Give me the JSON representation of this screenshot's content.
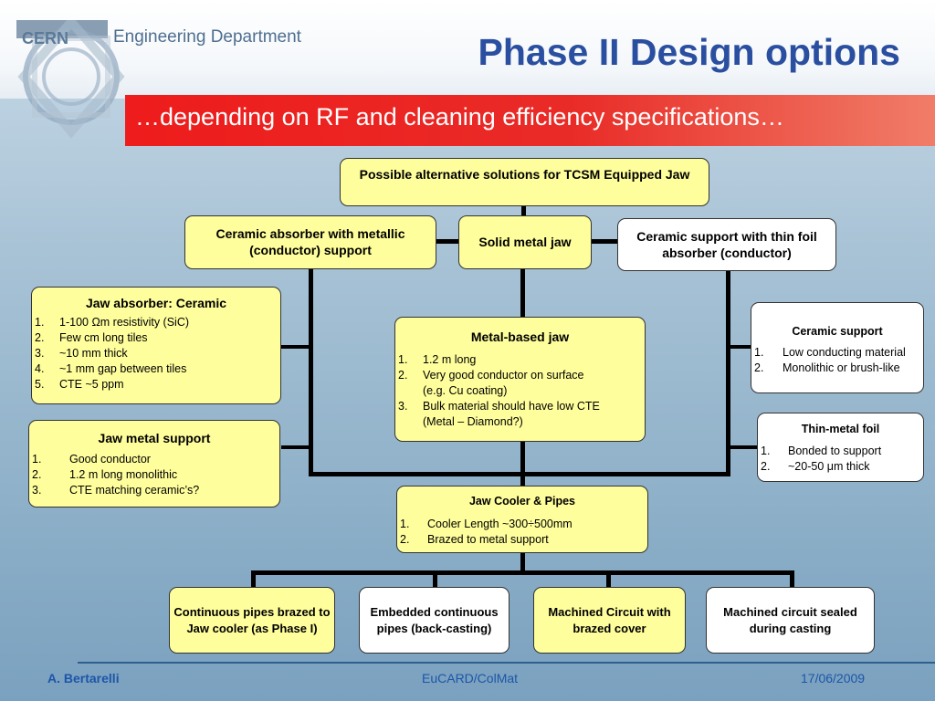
{
  "header": {
    "logo_text": "CERN",
    "department": "Engineering Department",
    "title": "Phase II Design options",
    "subtitle": "…depending on RF and cleaning efficiency specifications…"
  },
  "diagram": {
    "root": "Possible alternative solutions for TCSM Equipped Jaw",
    "option_left": "Ceramic absorber with metallic (conductor) support",
    "option_center": "Solid metal jaw",
    "option_right": "Ceramic support with thin foil absorber (conductor)",
    "jaw_absorber": {
      "title": "Jaw absorber: Ceramic",
      "items": [
        "1-100 Ωm resistivity (SiC)",
        "Few cm long tiles",
        "~10 mm thick",
        "~1 mm gap between tiles",
        "CTE ~5 ppm"
      ]
    },
    "jaw_metal_support": {
      "title": "Jaw metal support",
      "items": [
        "Good conductor",
        "1.2 m long monolithic",
        "CTE matching ceramic’s?"
      ]
    },
    "metal_based_jaw": {
      "title": "Metal-based jaw",
      "items": [
        "1.2 m long",
        "Very good conductor on surface",
        "Bulk material should have low CTE"
      ],
      "item2_note": "(e.g. Cu coating)",
      "item3_note": "(Metal – Diamond?)"
    },
    "ceramic_support": {
      "title": "Ceramic support",
      "items": [
        "Low conducting material",
        "Monolithic or brush-like"
      ]
    },
    "thin_metal_foil": {
      "title": "Thin-metal foil",
      "items": [
        "Bonded to support",
        "~20-50 μm thick"
      ]
    },
    "jaw_cooler": {
      "title": "Jaw Cooler & Pipes",
      "items": [
        "Cooler Length ~300÷500mm",
        "Brazed to metal support"
      ]
    },
    "cooling_options": [
      "Continuous pipes brazed to Jaw cooler (as Phase I)",
      "Embedded continuous pipes (back-casting)",
      "Machined Circuit with brazed cover",
      "Machined circuit sealed during casting"
    ],
    "numbers": [
      "1.",
      "2.",
      "3.",
      "4.",
      "5."
    ]
  },
  "footer": {
    "author": "A. Bertarelli",
    "project": "EuCARD/ColMat",
    "date": "17/06/2009"
  },
  "colors": {
    "title": "#2a4fa0",
    "subtitle_bar": "#ee1c1c",
    "box_fill": "#fffe9c",
    "footer_text": "#1d55a8"
  }
}
